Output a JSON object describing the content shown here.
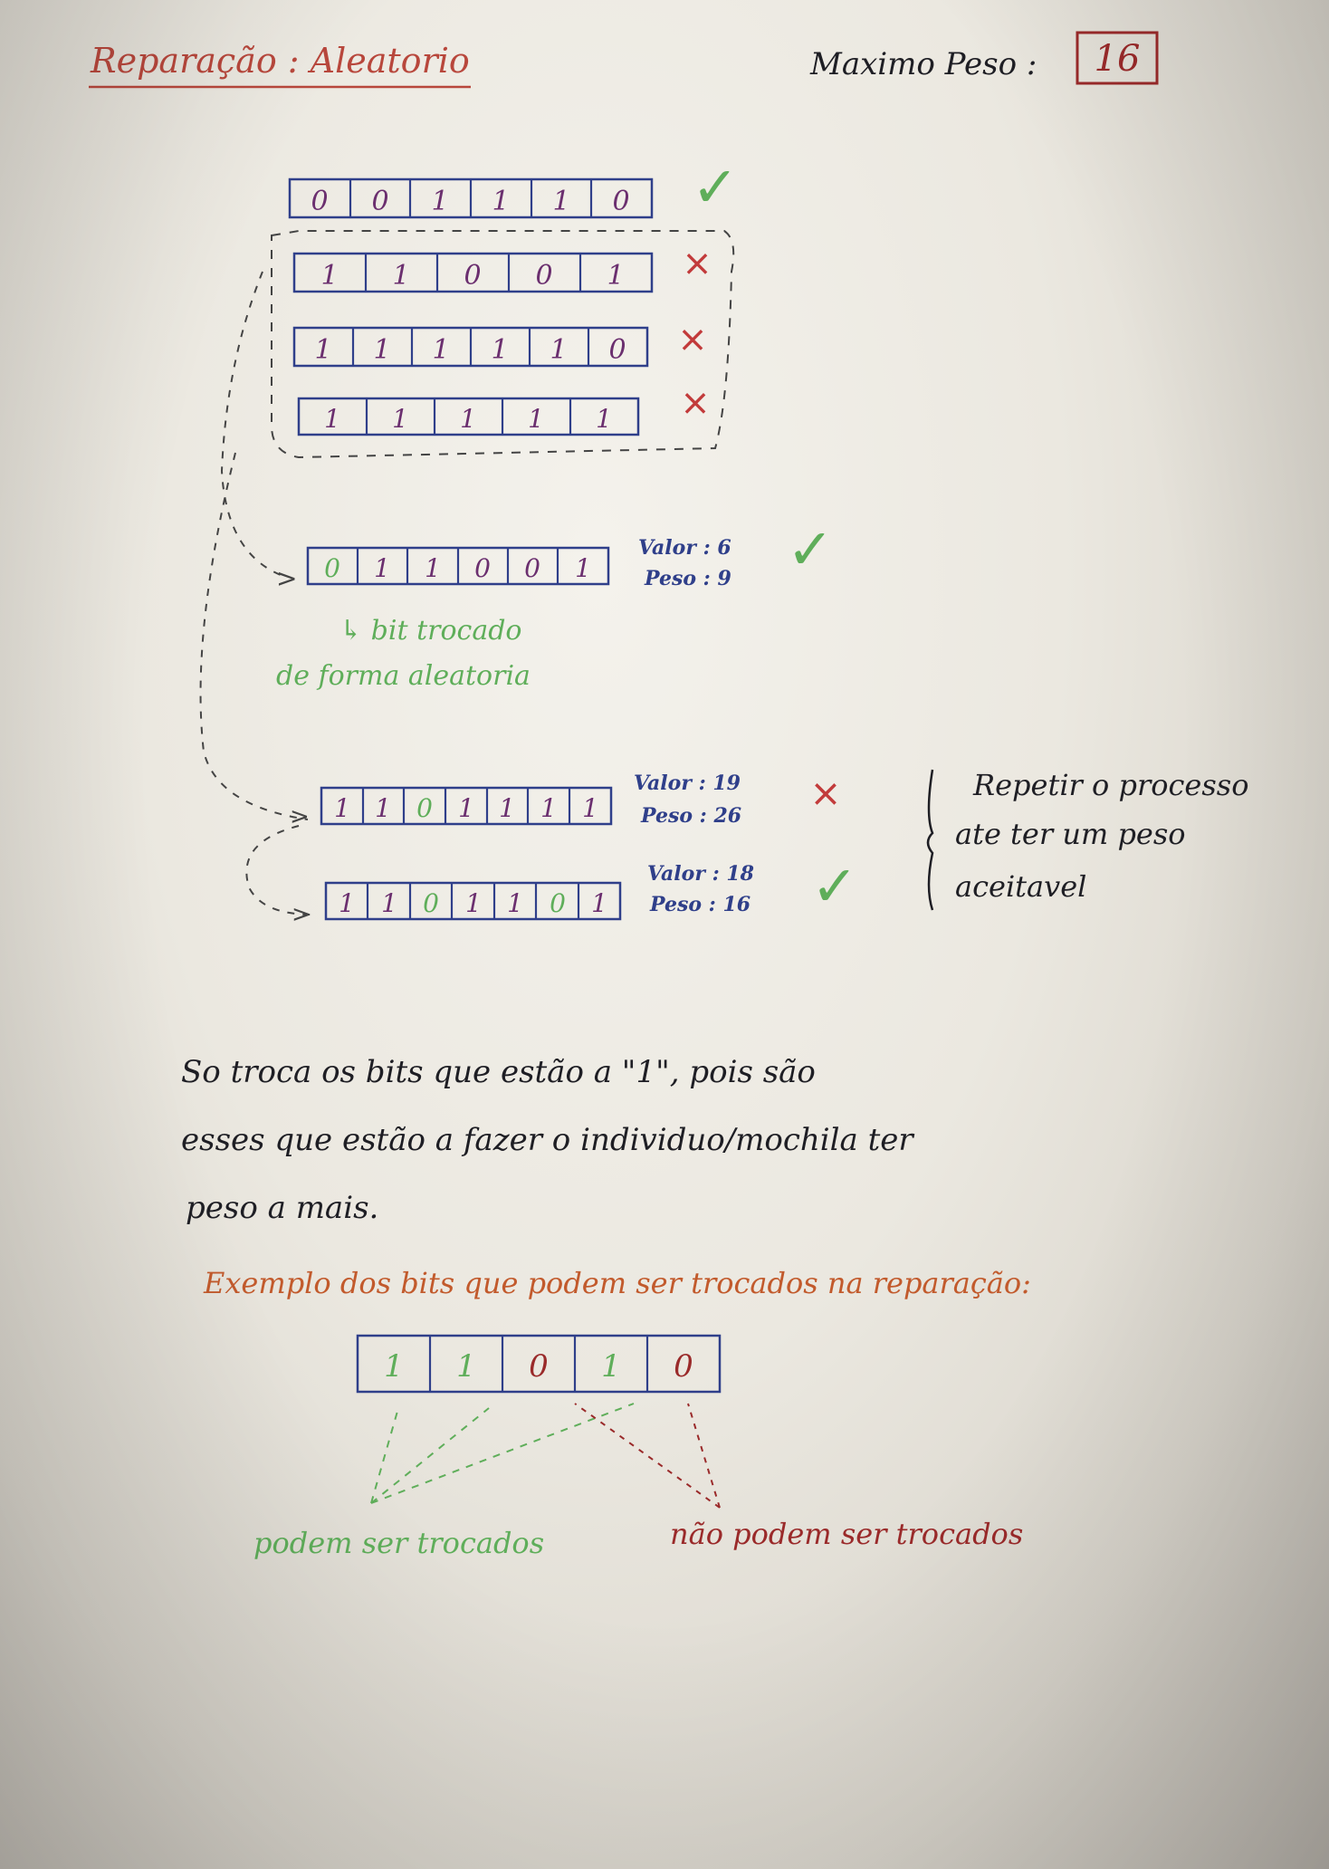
{
  "title": "Reparação : Aleatorio",
  "max_weight": {
    "label": "Maximo Peso :",
    "value": "16"
  },
  "candidates": [
    {
      "bits": [
        "0",
        "0",
        "1",
        "1",
        "1",
        "0"
      ],
      "mark": "✓"
    },
    {
      "bits": [
        "1",
        "1",
        "0",
        "0",
        "1"
      ],
      "mark": "×"
    },
    {
      "bits": [
        "1",
        "1",
        "1",
        "1",
        "1",
        "0"
      ],
      "mark": "×"
    },
    {
      "bits": [
        "1",
        "1",
        "1",
        "1",
        "1"
      ],
      "mark": "×"
    }
  ],
  "repaired": {
    "bits": [
      "0",
      "1",
      "1",
      "0",
      "0",
      "1"
    ],
    "valor": "Valor : 6",
    "peso": "Peso : 9",
    "mark": "✓",
    "note_line1": "↳ bit trocado",
    "note_line2": "de forma aleatoria"
  },
  "second_example": [
    {
      "bits": [
        "1",
        "1",
        "0",
        "1",
        "1",
        "1",
        "1"
      ],
      "valor": "Valor : 19",
      "peso": "Peso : 26",
      "mark": "×"
    },
    {
      "bits": [
        "1",
        "1",
        "0",
        "1",
        "1",
        "0",
        "1"
      ],
      "valor": "Valor : 18",
      "peso": "Peso : 16",
      "mark": "✓"
    }
  ],
  "repeat_note": [
    "Repetir o processo",
    "ate ter um peso",
    "aceitavel"
  ],
  "explanation": [
    "So troca os bits que estão a \"1\", pois são",
    "esses que estão a fazer o individuo/mochila ter",
    "peso a mais."
  ],
  "example_title": "Exemplo dos bits que podem ser trocados na reparação:",
  "example_bits": [
    "1",
    "1",
    "0",
    "1",
    "0"
  ],
  "label_can": "podem ser trocados",
  "label_cannot": "não podem ser trocados",
  "colors": {
    "title": "#b8473c",
    "green": "#5fae5a",
    "blue": "#2f3f8a",
    "red": "#c23b3b",
    "ink": "#1e1e24"
  }
}
